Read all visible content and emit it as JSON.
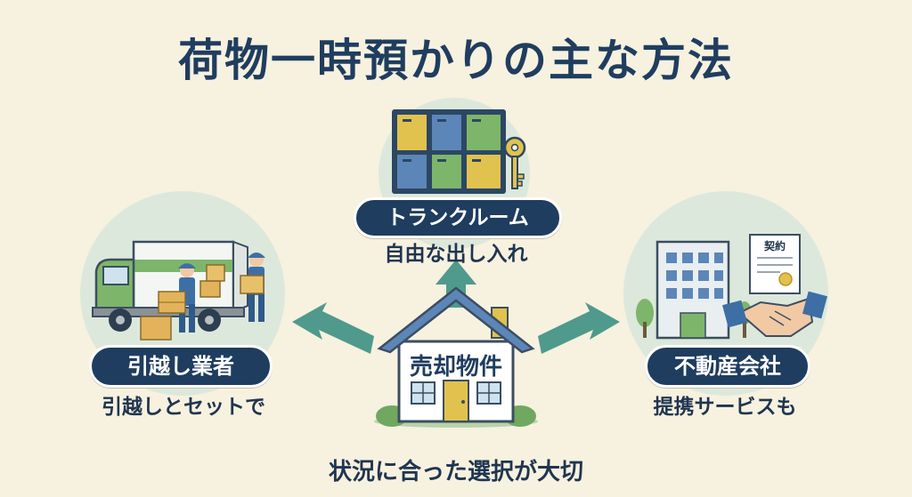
{
  "title": "荷物一時預かりの主な方法",
  "center": {
    "label": "売却物件"
  },
  "options": [
    {
      "name": "トランクルーム",
      "desc": "自由な出し入れ"
    },
    {
      "name": "引越し業者",
      "desc": "引越しとセットで"
    },
    {
      "name": "不動産会社",
      "desc": "提携サービスも"
    }
  ],
  "contract_label": "契約",
  "footer": "状況に合った選択が大切",
  "colors": {
    "background": "#f7f1df",
    "navy": "#1f3d5f",
    "teal_arrow": "#4f9a8c",
    "circle": "#dfeadf",
    "green": "#7db66a",
    "yellow": "#e2c24e",
    "blue": "#5c86b8"
  }
}
